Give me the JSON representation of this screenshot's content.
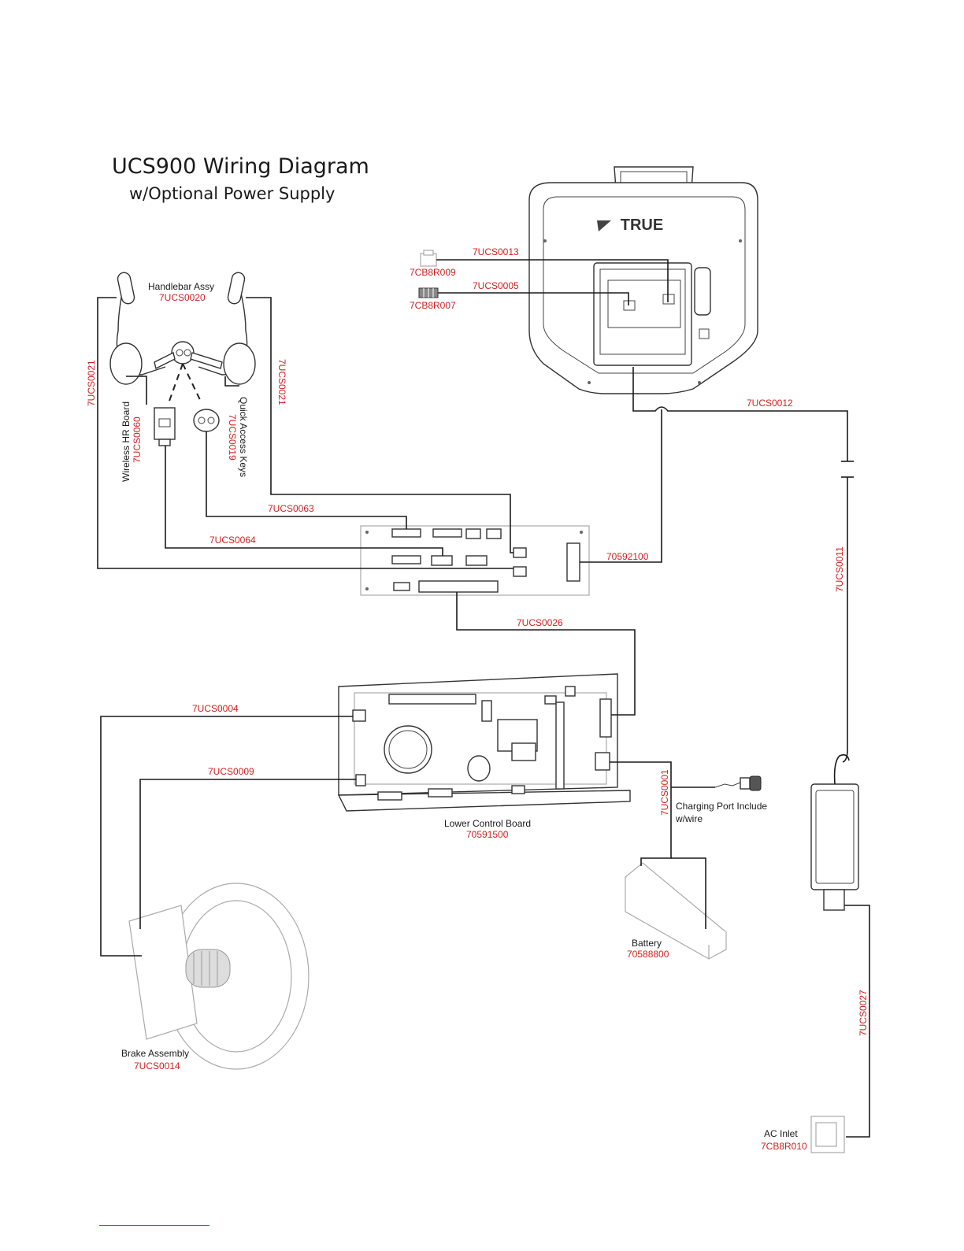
{
  "title": "UCS900 Wiring Diagram",
  "subtitle": "w/Optional Power Supply",
  "components": {
    "handlebar": {
      "name": "Handlebar Assy",
      "part": "7UCS0020"
    },
    "hr_board": {
      "name": "Wireless HR Board",
      "part": "7UCS0060"
    },
    "quick_keys": {
      "name": "Quick Access Keys",
      "part": "7UCS0019"
    },
    "console_logo": "TRUE",
    "connector_a": {
      "part": "7CB8R009"
    },
    "connector_b": {
      "part": "7CB8R007"
    },
    "upper_board": {
      "part": "70592100"
    },
    "lower_board": {
      "name": "Lower Control Board",
      "part": "70591500"
    },
    "charging_port": {
      "name_line1": "Charging Port Include",
      "name_line2": "w/wire"
    },
    "battery": {
      "name": "Battery",
      "part": "70588800"
    },
    "brake": {
      "name": "Brake Assembly",
      "part": "7UCS0014"
    },
    "ac_inlet": {
      "name": "AC Inlet",
      "part": "7CB8R010"
    }
  },
  "wires": {
    "w0013": "7UCS0013",
    "w0005": "7UCS0005",
    "w0012": "7UCS0012",
    "w0021_left": "7UCS0021",
    "w0021_right": "7UCS0021",
    "w0063": "7UCS0063",
    "w0064": "7UCS0064",
    "w0026": "7UCS0026",
    "w0011": "7UCS0011",
    "w0004": "7UCS0004",
    "w0009": "7UCS0009",
    "w0001": "7UCS0001",
    "w0027": "7UCS0027"
  }
}
